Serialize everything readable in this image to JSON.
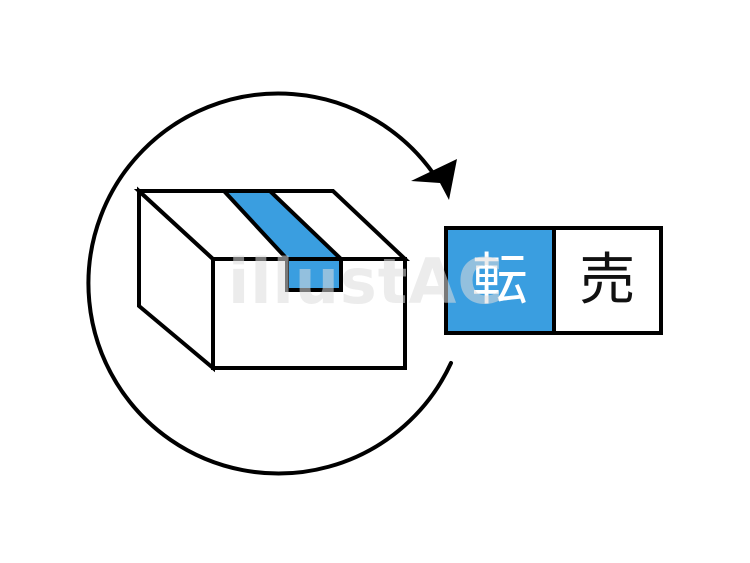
{
  "colors": {
    "accent_blue": "#3a9ee0",
    "outline": "#000000",
    "background": "#ffffff"
  },
  "icons": {
    "box": "cardboard-box-icon",
    "tape": "packing-tape-icon",
    "cycle": "circular-arrow-icon"
  },
  "label": {
    "first_char": "転",
    "second_char": "売"
  },
  "watermark": {
    "text": "illustAC"
  }
}
